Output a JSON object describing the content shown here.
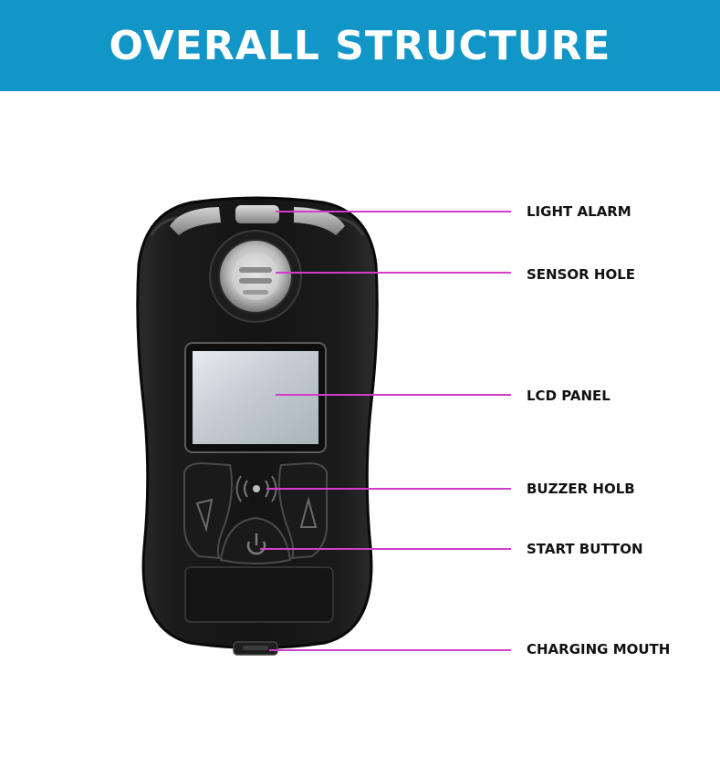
{
  "header": {
    "title": "OVERALL STRUCTURE",
    "background": "#1296c8"
  },
  "leader_color": "#d23cc8",
  "labels": {
    "light_alarm": "LIGHT ALARM",
    "sensor_hole": "SENSOR HOLE",
    "lcd_panel": "LCD PANEL",
    "buzzer_holb": "BUZZER HOLB",
    "start_button": "START BUTTON",
    "charging_mouth": "CHARGING MOUTH"
  }
}
